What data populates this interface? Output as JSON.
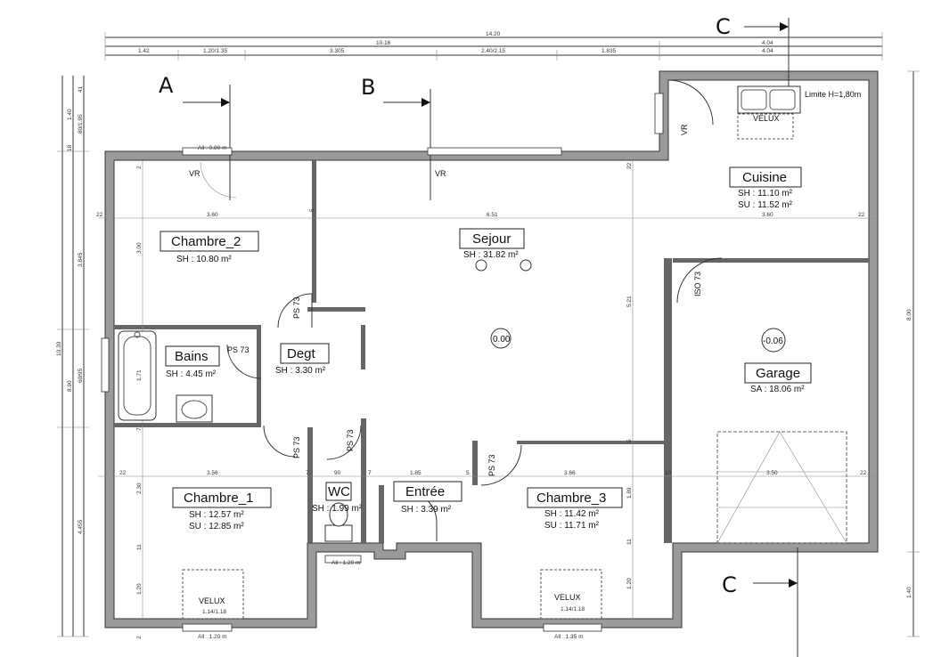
{
  "rooms": {
    "chambre2": {
      "name": "Chambre_2",
      "sh": "SH : 10.80 m²"
    },
    "sejour": {
      "name": "Sejour",
      "sh": "SH : 31.82 m²"
    },
    "cuisine": {
      "name": "Cuisine",
      "sh": "SH : 11.10 m²",
      "su": "SU : 11.52 m²"
    },
    "bains": {
      "name": "Bains",
      "sh": "SH : 4.45 m²"
    },
    "degt": {
      "name": "Degt",
      "sh": "SH : 3.30 m²"
    },
    "garage": {
      "name": "Garage",
      "sa": "SA : 18.06 m²"
    },
    "chambre1": {
      "name": "Chambre_1",
      "sh": "SH : 12.57 m²",
      "su": "SU : 12.85 m²"
    },
    "wc": {
      "name": "WC",
      "sh": "SH : 1.99 m²"
    },
    "entree": {
      "name": "Entrée",
      "sh": "SH : 3.39 m²"
    },
    "chambre3": {
      "name": "Chambre_3",
      "sh": "SH : 11.42 m²",
      "su": "SU : 11.71 m²"
    }
  },
  "levels": {
    "sejour": "0.00",
    "garage": "-0.06"
  },
  "section_marks": {
    "a": "A",
    "b": "B",
    "c_top": "C",
    "c_bottom": "C"
  },
  "annotations": {
    "limite": "Limite H=1,80m",
    "velux": "VELUX",
    "velux_size": "1.14/1.18",
    "vr": "VR",
    "ps73": "PS 73",
    "iso73": "ISO 73",
    "all_080": "All : 0.80 m",
    "all_120": "All : 1.20 m",
    "all_135": "All : 1.35 m"
  },
  "dimensions": {
    "top_total": "14.20",
    "top_left": "10.16",
    "top_right": "4.04",
    "top_right2": "4.04",
    "seg1": "1.42",
    "seg2": "1.20/1.35",
    "seg3": "3.305",
    "seg4": "2.40/2.15",
    "seg5": "1.835",
    "left_total": "10.30",
    "left_890": "8.90",
    "left_3845": "3.845",
    "left_4455": "4.455",
    "left_6095": "60/95",
    "left_8095": "80/1.95",
    "left_140": "1.40",
    "left_41": "41",
    "left_18": "18",
    "right_800": "8.00",
    "right_140": "1.40",
    "d_360": "3.60",
    "d_651": "6.51",
    "d_360b": "3.60",
    "d_356": "3.56",
    "d_90": "90",
    "d_185": "1.85",
    "d_366": "3.66",
    "d_350": "3.50",
    "d_300": "3.00",
    "d_521": "5.21",
    "d_230": "2.30",
    "d_189": "1.89",
    "d_120a": "1.20",
    "d_120b": "1.20",
    "d_171": "1.71",
    "d_22": "22",
    "d_2": "2",
    "d_7": "7",
    "d_5": "5",
    "d_11": "11",
    "d_10": "10"
  }
}
